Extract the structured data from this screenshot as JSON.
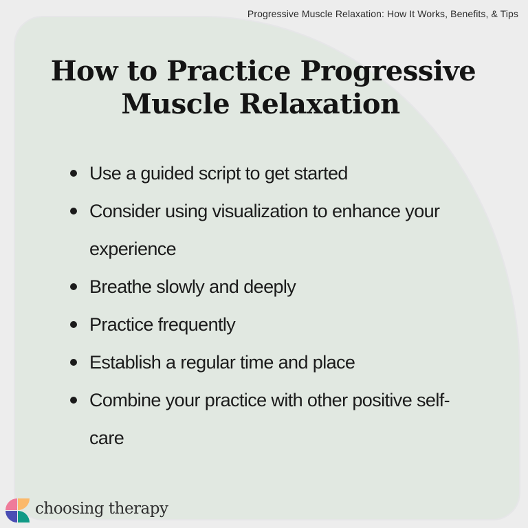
{
  "header": {
    "caption": "Progressive Muscle Relaxation: How It Works, Benefits, & Tips"
  },
  "card": {
    "background_color": "#e1e8e1",
    "title_lines": [
      "How to Practice Progressive",
      "Muscle Relaxation"
    ],
    "tips": [
      {
        "text": "Use a guided script to get started"
      },
      {
        "text": "Consider using visualization to enhance your experience"
      },
      {
        "text": "Breathe slowly and deeply"
      },
      {
        "text": "Practice frequently"
      },
      {
        "text": "Establish a regular time and place"
      },
      {
        "text": "Combine your practice with other positive self-care"
      }
    ]
  },
  "brand": {
    "name": "choosing therapy",
    "logo_colors": [
      "#ef7b9a",
      "#fbb96a",
      "#4a4db4",
      "#119a86"
    ]
  }
}
